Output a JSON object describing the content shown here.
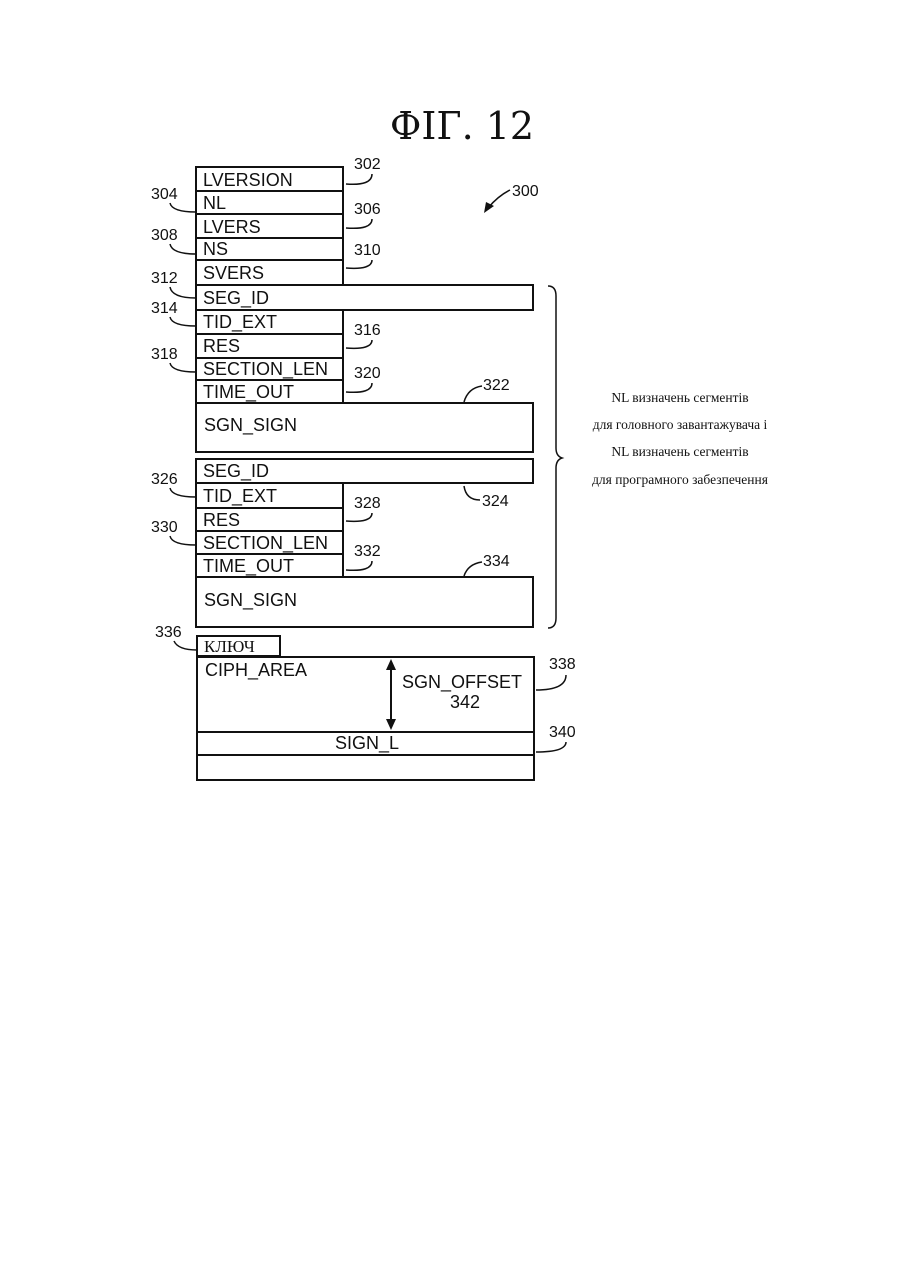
{
  "figure": {
    "title": "ФІГ. 12",
    "main_ref": "300"
  },
  "fields": {
    "lversion": "LVERSION",
    "nl": "NL",
    "lvers": "LVERS",
    "ns": "NS",
    "svers": "SVERS",
    "seg_id_1": "SEG_ID",
    "tid_ext_1": "TID_EXT",
    "res_1": "RES",
    "section_len_1": "SECTION_LEN",
    "time_out_1": "TIME_OUT",
    "sgn_sign_1": "SGN_SIGN",
    "seg_id_2": "SEG_ID",
    "tid_ext_2": "TID_EXT",
    "res_2": "RES",
    "section_len_2": "SECTION_LEN",
    "time_out_2": "TIME_OUT",
    "sgn_sign_2": "SGN_SIGN",
    "key": "КЛЮЧ",
    "ciph_area": "CIPH_AREA",
    "sgn_offset": "SGN_OFFSET",
    "sgn_offset_ref": "342",
    "sign_l": "SIGN_L"
  },
  "refs": {
    "r302": "302",
    "r304": "304",
    "r306": "306",
    "r308": "308",
    "r310": "310",
    "r312": "312",
    "r314": "314",
    "r316": "316",
    "r318": "318",
    "r320": "320",
    "r322": "322",
    "r324": "324",
    "r326": "326",
    "r328": "328",
    "r330": "330",
    "r332": "332",
    "r334": "334",
    "r336": "336",
    "r338": "338",
    "r340": "340"
  },
  "bracket_note": {
    "line1": "NL визначень сегментів",
    "line2": "для головного завантажувача і",
    "line3": "NL визначень сегментів",
    "line4": "для програмного забезпечення"
  }
}
